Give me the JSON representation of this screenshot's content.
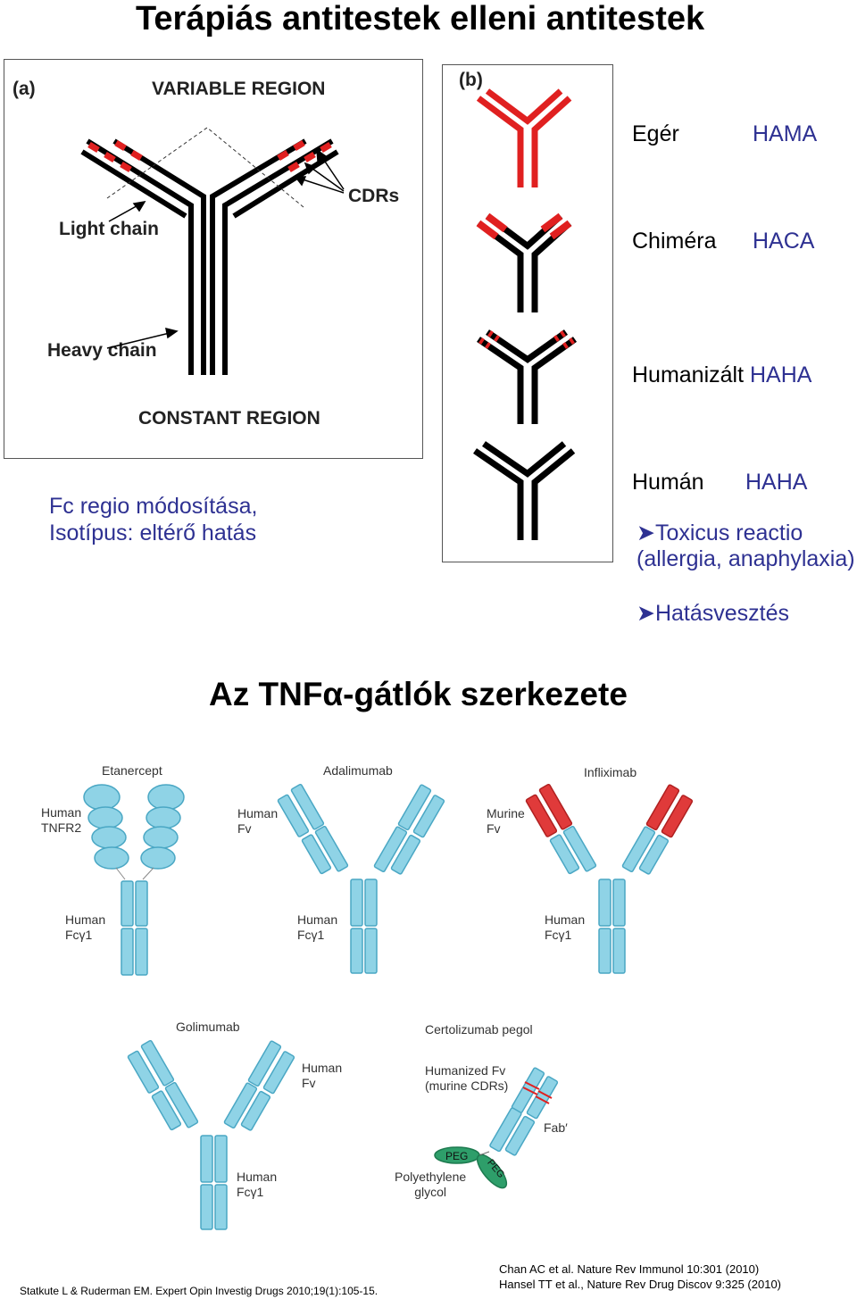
{
  "title": "Terápiás antitestek elleni antitestek",
  "panel_a": {
    "tag": "(a)",
    "variable_region": "VARIABLE REGION",
    "cdrs": "CDRs",
    "light_chain": "Light chain",
    "heavy_chain": "Heavy chain",
    "constant_region": "CONSTANT REGION"
  },
  "panel_b": {
    "tag": "(b)"
  },
  "antibody_types": [
    {
      "name": "Egér",
      "response": "HAMA"
    },
    {
      "name": "Chiméra",
      "response": "HACA"
    },
    {
      "name": "Humanizált",
      "response": "HAHA"
    },
    {
      "name": "Humán",
      "response": "HAHA"
    }
  ],
  "fc_note": {
    "line1": "Fc regio módosítása,",
    "line2": "Isotípus: eltérő hatás"
  },
  "bullets": {
    "toxic_line1": "Toxicus reactio",
    "toxic_line2": "(allergia, anaphylaxia)",
    "loss": "Hatásvesztés"
  },
  "section_title": "Az TNFα-gátlók szerkezete",
  "structures": {
    "etanercept": {
      "name": "Etanercept",
      "top_label": [
        "Human",
        "TNFR2"
      ],
      "fc_label": [
        "Human",
        "Fcγ1"
      ]
    },
    "adalimumab": {
      "name": "Adalimumab",
      "top_label": [
        "Human",
        "Fv"
      ],
      "fc_label": [
        "Human",
        "Fcγ1"
      ]
    },
    "infliximab": {
      "name": "Infliximab",
      "top_label": [
        "Murine",
        "Fv"
      ],
      "fc_label": [
        "Human",
        "Fcγ1"
      ]
    },
    "golimumab": {
      "name": "Golimumab",
      "top_label": [
        "Human",
        "Fv"
      ],
      "fc_label": [
        "Human",
        "Fcγ1"
      ]
    },
    "certolizumab": {
      "name": "Certolizumab pegol",
      "top_label": [
        "Humanized Fv",
        "(murine CDRs)"
      ],
      "fab_label": "Fab′",
      "peg": "PEG",
      "peg_label": [
        "Polyethylene",
        "glycol"
      ]
    }
  },
  "citations": {
    "left": "Statkute L & Ruderman EM. Expert Opin Investig Drugs 2010;19(1):105-15.",
    "right1": "Chan AC et al. Nature Rev Immunol 10:301 (2010)",
    "right2": "Hansel TT et al., Nature Rev Drug Discov 9:325 (2010)"
  },
  "colors": {
    "title_blue": "#2e3192",
    "murine_red": "#e02020",
    "ab_blue": "#8fd3e6",
    "ab_stroke": "#4aa7c4",
    "peg_green": "#2e9e6a"
  }
}
